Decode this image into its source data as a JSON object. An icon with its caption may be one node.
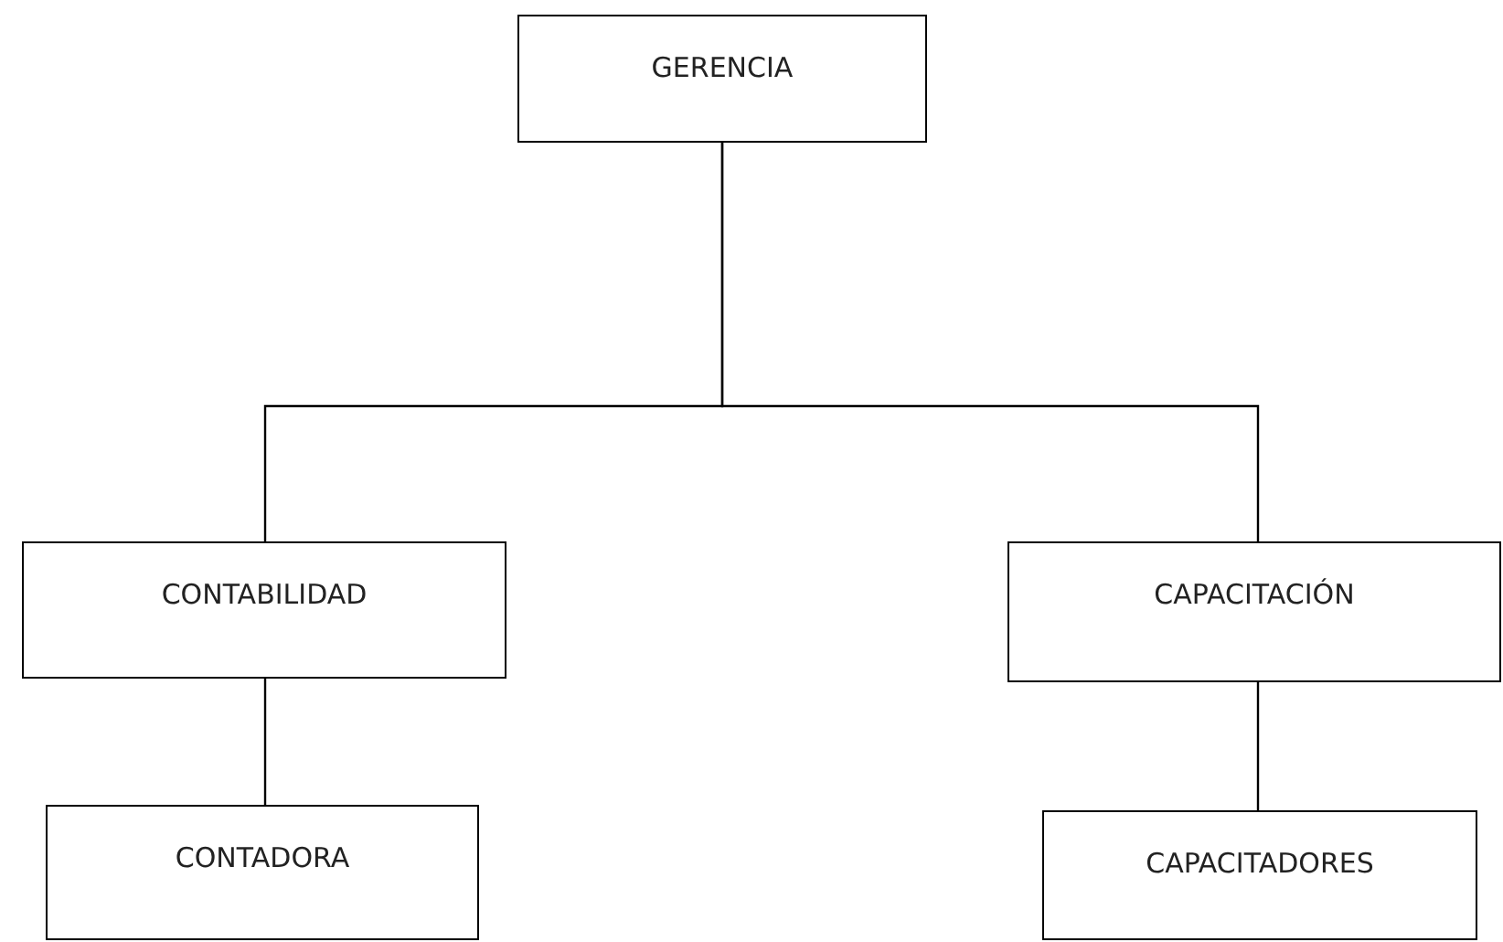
{
  "diagram": {
    "nodes": [
      {
        "text": [
          "GERENCIA"
        ]
      },
      {
        "text": [
          "CONTABILIDAD"
        ]
      },
      {
        "text": [
          "CAPACITACIÓN"
        ]
      },
      {
        "text": [
          "CONTADORA"
        ]
      },
      {
        "text": [
          "CAPACITADORES"
        ]
      }
    ],
    "edges": [
      {
        "from": 0,
        "to": 1,
        "arrow": "none"
      },
      {
        "from": 0,
        "to": 2,
        "arrow": "none"
      },
      {
        "from": 1,
        "to": 3,
        "arrow": "none"
      },
      {
        "from": 2,
        "to": 4,
        "arrow": "none"
      }
    ]
  }
}
